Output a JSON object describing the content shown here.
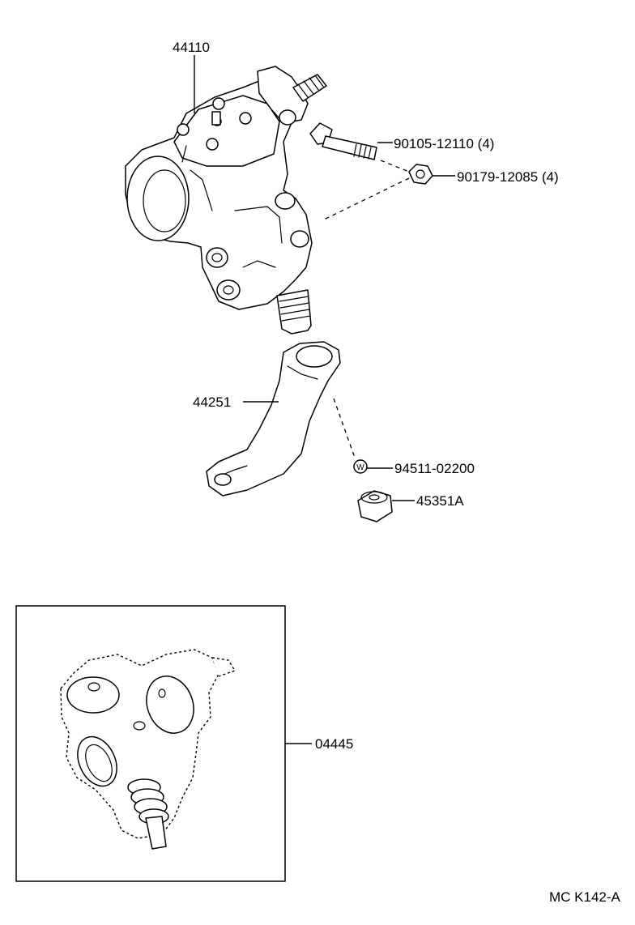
{
  "parts": {
    "gear_housing": "44110",
    "bolt": "90105-12110 (4)",
    "nut": "90179-12085 (4)",
    "pitman_arm": "44251",
    "washer": "94511-02200",
    "pitman_nut": "45351A",
    "gasket_kit": "04445"
  },
  "washer_mark": "W",
  "diagram_code": "MC K142-A"
}
